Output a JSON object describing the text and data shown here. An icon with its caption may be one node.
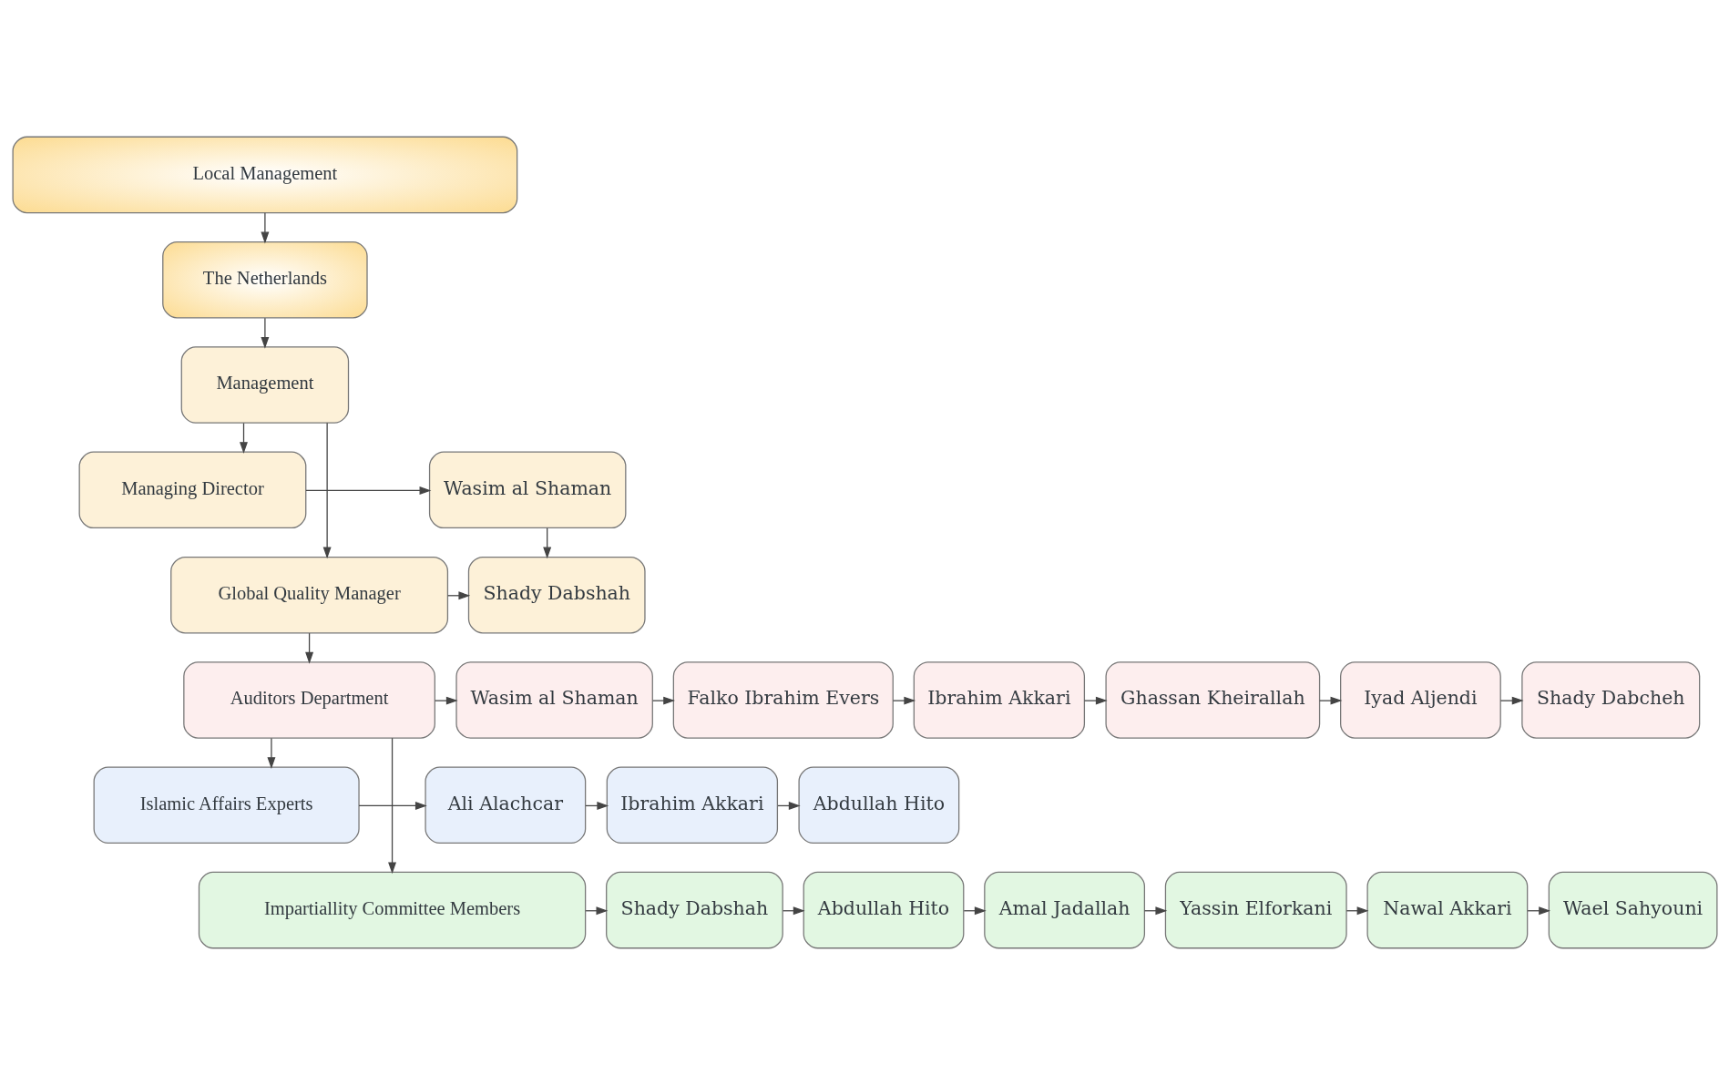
{
  "diagram": {
    "nodes": [
      {
        "text": [
          "Local Management"
        ]
      },
      {
        "text": [
          "The Netherlands"
        ]
      },
      {
        "text": [
          "Management"
        ]
      },
      {
        "text": [
          "Managing Director"
        ]
      },
      {
        "text": [
          "Wasim al Shaman"
        ]
      },
      {
        "text": [
          "Global Quality Manager"
        ]
      },
      {
        "text": [
          "Shady Dabshah"
        ]
      },
      {
        "text": [
          "Auditors Department"
        ]
      },
      {
        "text": [
          "Wasim al Shaman"
        ]
      },
      {
        "text": [
          "Falko Ibrahim Evers"
        ]
      },
      {
        "text": [
          "Ibrahim Akkari"
        ]
      },
      {
        "text": [
          "Ghassan Kheirallah"
        ]
      },
      {
        "text": [
          "Iyad Aljendi"
        ]
      },
      {
        "text": [
          "Shady Dabcheh"
        ]
      },
      {
        "text": [
          "Islamic Affairs Experts"
        ]
      },
      {
        "text": [
          "Ali Alachcar"
        ]
      },
      {
        "text": [
          "Ibrahim Akkari"
        ]
      },
      {
        "text": [
          "Abdullah Hito"
        ]
      },
      {
        "text": [
          "Impartiallity Committee Members"
        ]
      },
      {
        "text": [
          "Shady Dabshah"
        ]
      },
      {
        "text": [
          "Abdullah Hito"
        ]
      },
      {
        "text": [
          "Amal Jadallah"
        ]
      },
      {
        "text": [
          "Yassin Elforkani"
        ]
      },
      {
        "text": [
          "Nawal Akkari"
        ]
      },
      {
        "text": [
          "Wael Sahyouni"
        ]
      }
    ],
    "edges": [
      {
        "from": 0,
        "to": 1,
        "arrow": "to"
      },
      {
        "from": 1,
        "to": 2,
        "arrow": "to"
      },
      {
        "from": 2,
        "to": 3,
        "arrow": "to"
      },
      {
        "from": 2,
        "to": 5,
        "arrow": "to"
      },
      {
        "from": 3,
        "to": 4,
        "arrow": "to"
      },
      {
        "from": 4,
        "to": 6,
        "arrow": "to"
      },
      {
        "from": 5,
        "to": 6,
        "arrow": "to"
      },
      {
        "from": 5,
        "to": 7,
        "arrow": "to"
      },
      {
        "from": 7,
        "to": 8,
        "arrow": "to"
      },
      {
        "from": 8,
        "to": 9,
        "arrow": "to"
      },
      {
        "from": 9,
        "to": 10,
        "arrow": "to"
      },
      {
        "from": 10,
        "to": 11,
        "arrow": "to"
      },
      {
        "from": 11,
        "to": 12,
        "arrow": "to"
      },
      {
        "from": 12,
        "to": 13,
        "arrow": "to"
      },
      {
        "from": 7,
        "to": 14,
        "arrow": "to"
      },
      {
        "from": 7,
        "to": 18,
        "arrow": "to"
      },
      {
        "from": 14,
        "to": 15,
        "arrow": "to"
      },
      {
        "from": 15,
        "to": 16,
        "arrow": "to"
      },
      {
        "from": 16,
        "to": 17,
        "arrow": "to"
      },
      {
        "from": 18,
        "to": 19,
        "arrow": "to"
      },
      {
        "from": 19,
        "to": 20,
        "arrow": "to"
      },
      {
        "from": 20,
        "to": 21,
        "arrow": "to"
      },
      {
        "from": 21,
        "to": 22,
        "arrow": "to"
      },
      {
        "from": 22,
        "to": 23,
        "arrow": "to"
      },
      {
        "from": 23,
        "to": 24,
        "arrow": "to"
      }
    ]
  }
}
